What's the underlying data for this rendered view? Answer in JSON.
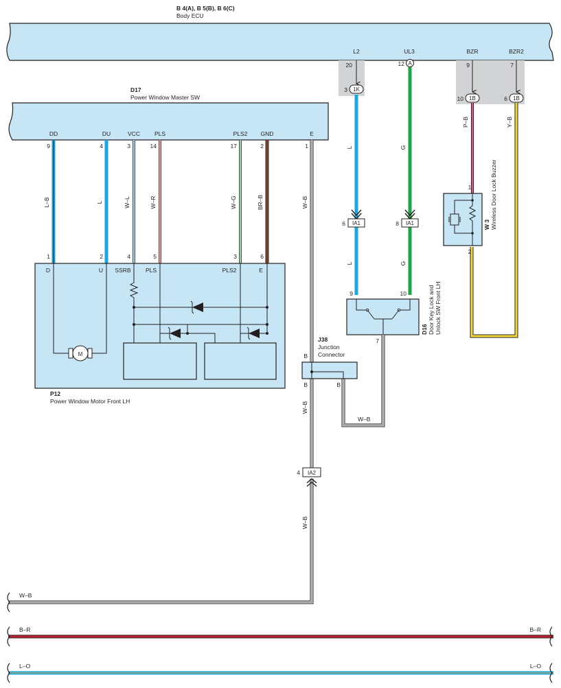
{
  "colors": {
    "component_fill": "#c6e6f6",
    "wire_blue": "#1ba7e0",
    "wire_green": "#1fa548",
    "wire_pink": "#e7548e",
    "wire_yellow": "#f4d83b",
    "wire_red": "#e52330",
    "wire_brown": "#a85b2f",
    "wire_white": "#ffffff",
    "line": "#231f20",
    "shade": "#d1d3d4"
  },
  "ecu": {
    "code": "B 4(A), B 5(B), B 6(C)",
    "name": "Body ECU",
    "terminals": [
      {
        "label": "L2",
        "pin": "20"
      },
      {
        "label": "UL3",
        "pin": "12"
      },
      {
        "label": "BZR",
        "pin": "9"
      },
      {
        "label": "BZR2",
        "pin": "7"
      }
    ],
    "connector_A": "A"
  },
  "junctions": [
    {
      "pin": "3",
      "code": "1K"
    },
    {
      "pin": "10",
      "code": "1B"
    },
    {
      "pin": "6",
      "code": "1B"
    }
  ],
  "master_sw": {
    "code": "D17",
    "name": "Power Window Master SW",
    "terminals": [
      {
        "label": "DD",
        "pin": "9"
      },
      {
        "label": "DU",
        "pin": "4"
      },
      {
        "label": "VCC",
        "pin": "3"
      },
      {
        "label": "PLS",
        "pin": "14"
      },
      {
        "label": "PLS2",
        "pin": "17"
      },
      {
        "label": "GND",
        "pin": "2"
      },
      {
        "label": "E",
        "pin": "1"
      }
    ]
  },
  "wires": {
    "dd": "L–B",
    "du": "L",
    "vcc": "W–L",
    "pls": "W–R",
    "pls2": "W–G",
    "gnd": "BR–B",
    "e": "W–B",
    "l2": "L",
    "ul3": "G",
    "bzr": "P–B",
    "bzr2": "Y–B",
    "l2_low": "L",
    "ul3_low": "G",
    "j38_d16": "W–B",
    "e_low": "W–B",
    "e_bottom": "W–B"
  },
  "motor": {
    "code": "P12",
    "name": "Power Window Motor Front LH",
    "pins": [
      "1",
      "2",
      "4",
      "5",
      "3",
      "6"
    ],
    "terminals": [
      "D",
      "U",
      "SSRB",
      "PLS",
      "PLS2",
      "E"
    ],
    "motor_symbol": "M"
  },
  "buzzer": {
    "code": "W 3",
    "name": "Wireless Door Lock Buzzer",
    "pin_top": "1",
    "pin_bottom": "2"
  },
  "ia1": [
    {
      "pin": "6",
      "code": "IA1"
    },
    {
      "pin": "8",
      "code": "IA1"
    }
  ],
  "door_sw": {
    "code": "D16",
    "name_line1": "Door Key Lock and",
    "name_line2": "Unlock SW Front LH",
    "pin_left": "9",
    "pin_right": "10",
    "pin_bottom": "7"
  },
  "j38": {
    "code": "J38",
    "name_line1": "Junction",
    "name_line2": "Connector",
    "pin_top": "B",
    "pin_bottom_left": "B",
    "pin_bottom_right": "B"
  },
  "ia2": {
    "pin": "4",
    "code": "IA2"
  },
  "bus_lines": [
    {
      "left": "W–B",
      "right": ""
    },
    {
      "left": "B–R",
      "right": "B–R"
    },
    {
      "left": "L–O",
      "right": "L–O"
    }
  ]
}
